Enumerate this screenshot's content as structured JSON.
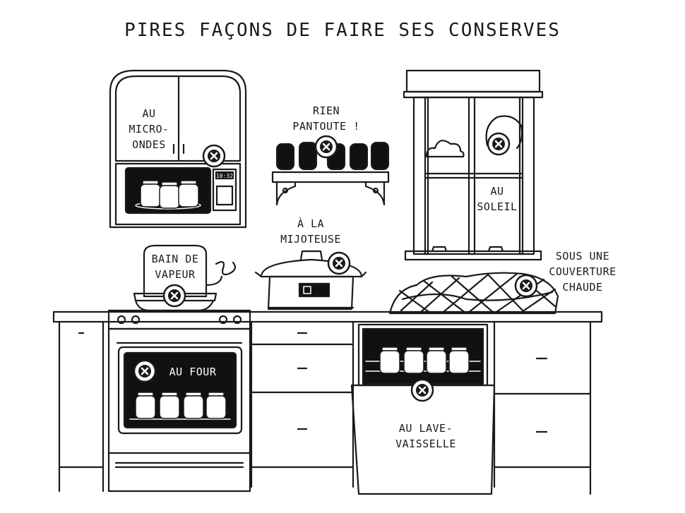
{
  "title": "PIRES FAÇONS DE FAIRE SES CONSERVES",
  "labels": {
    "micro": "AU\nMICRO-\nONDES",
    "rien": "RIEN\nPANTOUTE !",
    "soleil": "AU\nSOLEIL",
    "mijoteuse": "À LA\nMIJOTEUSE",
    "vapeur": "BAIN DE\nVAPEUR",
    "couverture": "SOUS UNE\nCOUVERTURE\nCHAUDE",
    "four": "AU FOUR",
    "lave": "AU LAVE-\nVAISSELLE"
  },
  "microwave_clock": "10:32",
  "colors": {
    "ink": "#1a1a1a",
    "paper": "#ffffff",
    "dark_window": "#111111",
    "jar_light": "#ffffff"
  },
  "icons": [
    "cross-circle-icon",
    "sun-icon",
    "cloud-icon"
  ]
}
